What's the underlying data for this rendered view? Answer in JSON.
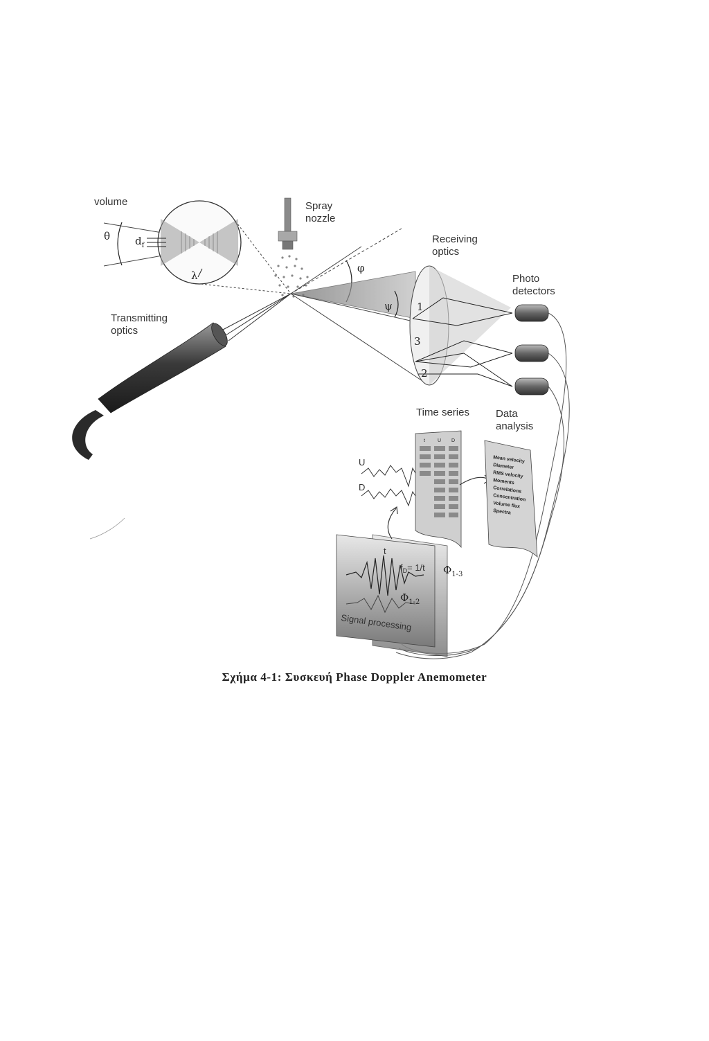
{
  "figure": {
    "labels": {
      "volume": "volume",
      "spray_nozzle_1": "Spray",
      "spray_nozzle_2": "nozzle",
      "receiving_optics_1": "Receiving",
      "receiving_optics_2": "optics",
      "photo_detectors_1": "Photo",
      "photo_detectors_2": "detectors",
      "transmitting_optics_1": "Transmitting",
      "transmitting_optics_2": "optics",
      "time_series": "Time series",
      "data_analysis_1": "Data",
      "data_analysis_2": "analysis",
      "signal_processing": "Signal processing",
      "theta": "θ",
      "fringe_spacing": "d",
      "fringe_spacing_sub": "f",
      "lambda": "λ",
      "phi": "φ",
      "psi": "ψ",
      "detector_1": "1",
      "detector_2": "2",
      "detector_3": "3",
      "series_u": "U",
      "series_d": "D",
      "col_t": "t",
      "col_u": "U",
      "col_d": "D",
      "t_period": "t",
      "doppler_freq": "f",
      "doppler_freq_sub": "D",
      "doppler_eq": "= 1/t",
      "phase_12": "Φ",
      "phase_12_sub": "1-2",
      "phase_13": "Φ",
      "phase_13_sub": "1-3"
    },
    "analysis_items": [
      "Mean velocity",
      "Diameter",
      "RMS velocity",
      "Moments",
      "Correlations",
      "Concentration",
      "Volume flux",
      "Spectra"
    ]
  },
  "caption": "Σχήμα 4-1: Συσκευή Phase Doppler Anemometer"
}
